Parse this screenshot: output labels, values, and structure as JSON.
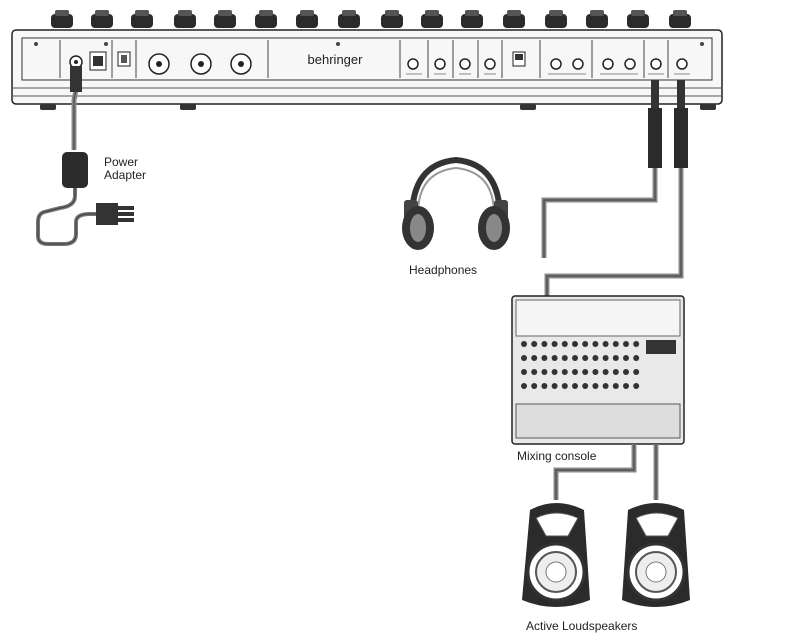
{
  "brand": "behringer",
  "labels": {
    "power_adapter": "Power\nAdapter",
    "headphones": "Headphones",
    "mixing_console": "Mixing console",
    "active_loudspeakers": "Active Loudspeakers"
  },
  "colors": {
    "cable": "#8a8a8a",
    "line": "#2a2a2a",
    "panel": "#f4f4f4",
    "dark": "#333333"
  }
}
